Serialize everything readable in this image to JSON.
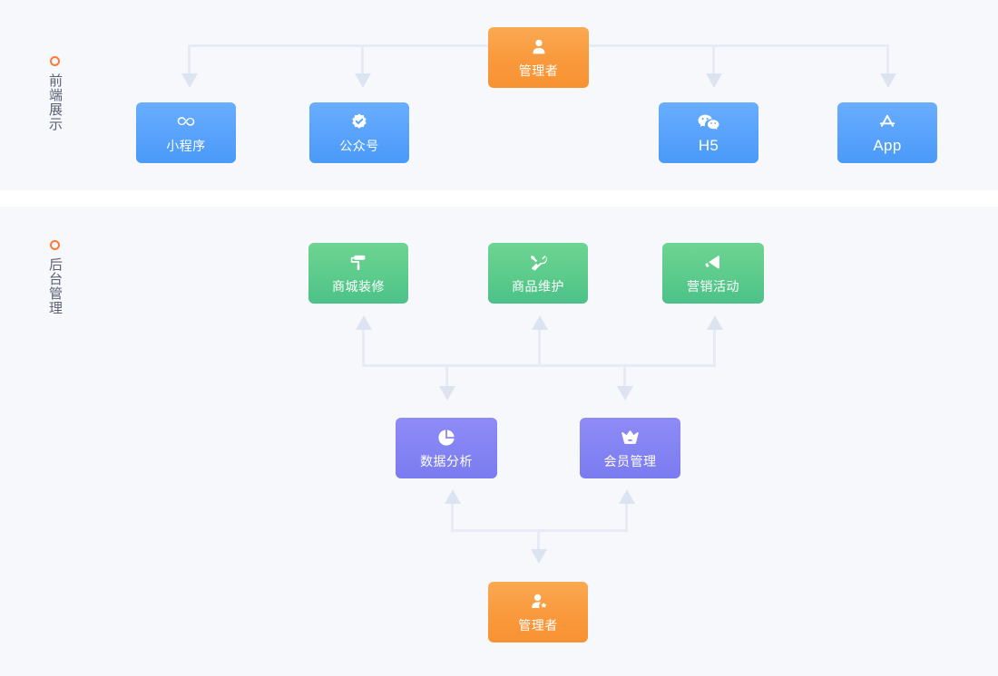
{
  "page": {
    "background": "#f7f8fc",
    "divider_color": "#ffffff",
    "connector_color": "#e6ebf5",
    "arrow_color": "#dde4f1"
  },
  "sections": [
    {
      "id": "frontend",
      "marker_color": "#ff7a32",
      "label": "前端展示"
    },
    {
      "id": "backend",
      "marker_color": "#ff7a32",
      "label": "后台管理"
    }
  ],
  "frontend": {
    "root": {
      "label": "管理者",
      "icon": "user-icon",
      "color": "#f99a3e"
    },
    "nodes": [
      {
        "label": "小程序",
        "icon": "miniprogram-icon",
        "color": "#58a2fb"
      },
      {
        "label": "公众号",
        "icon": "verified-badge-icon",
        "color": "#58a2fb"
      },
      {
        "label": "H5",
        "icon": "wechat-icon",
        "color": "#58a2fb"
      },
      {
        "label": "App",
        "icon": "appstore-icon",
        "color": "#58a2fb"
      }
    ]
  },
  "backend": {
    "tier_modules": [
      {
        "label": "商城装修",
        "icon": "paint-roller-icon",
        "color": "#5ccb8b"
      },
      {
        "label": "商品维护",
        "icon": "tools-icon",
        "color": "#5ccb8b"
      },
      {
        "label": "营销活动",
        "icon": "megaphone-icon",
        "color": "#5ccb8b"
      }
    ],
    "tier_analytics": [
      {
        "label": "数据分析",
        "icon": "pie-chart-icon",
        "color": "#8483f3"
      },
      {
        "label": "会员管理",
        "icon": "crown-icon",
        "color": "#8483f3"
      }
    ],
    "tier_root": {
      "label": "管理者",
      "icon": "user-star-icon",
      "color": "#f99a3e"
    }
  }
}
